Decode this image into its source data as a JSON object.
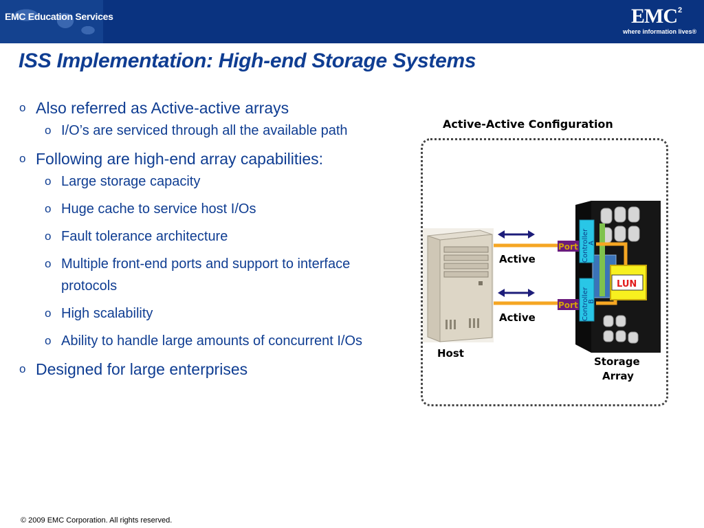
{
  "header": {
    "brand": "EMC Education Services",
    "logo": "EMC",
    "logo_superscript": "2",
    "tagline": "where information lives®"
  },
  "slide": {
    "title": "ISS Implementation: High-end Storage Systems",
    "bullets": [
      {
        "marker": "o",
        "text": "Also referred as Active-active arrays"
      },
      {
        "marker": "o",
        "text": "I/O’s are serviced through all the available path"
      },
      {
        "marker": "o",
        "text": "Following are high-end array capabilities:"
      },
      {
        "marker": "o",
        "text": "Large storage capacity"
      },
      {
        "marker": "o",
        "text": "Huge cache to service host I/Os"
      },
      {
        "marker": "o",
        "text": "Fault tolerance architecture"
      },
      {
        "marker": "o",
        "text": "Multiple front-end ports and support to interface protocols"
      },
      {
        "marker": "o",
        "text": "High scalability"
      },
      {
        "marker": "o",
        "text": "Ability to handle large amounts of concurrent I/Os"
      },
      {
        "marker": "o",
        "text": "Designed for large enterprises"
      }
    ]
  },
  "diagram": {
    "title": "Active-Active Configuration",
    "host_label": "Host",
    "storage_label_line1": "Storage",
    "storage_label_line2": "Array",
    "path_a_label": "Active",
    "path_b_label": "Active",
    "port_a_label": "Port",
    "port_b_label": "Port",
    "controller_a_label": "Controller",
    "controller_a_id": "A",
    "controller_b_label": "Controller",
    "controller_b_id": "B",
    "lun_label": "LUN",
    "colors": {
      "path_line": "#f5a623",
      "controller": "#29c6e6",
      "port": "#6a1b7c",
      "lun_bg": "#f7f01f",
      "lun_text": "#e21b1b",
      "cabinet": "#161616"
    }
  },
  "footer": {
    "copyright": "© 2009 EMC Corporation. All rights reserved."
  }
}
